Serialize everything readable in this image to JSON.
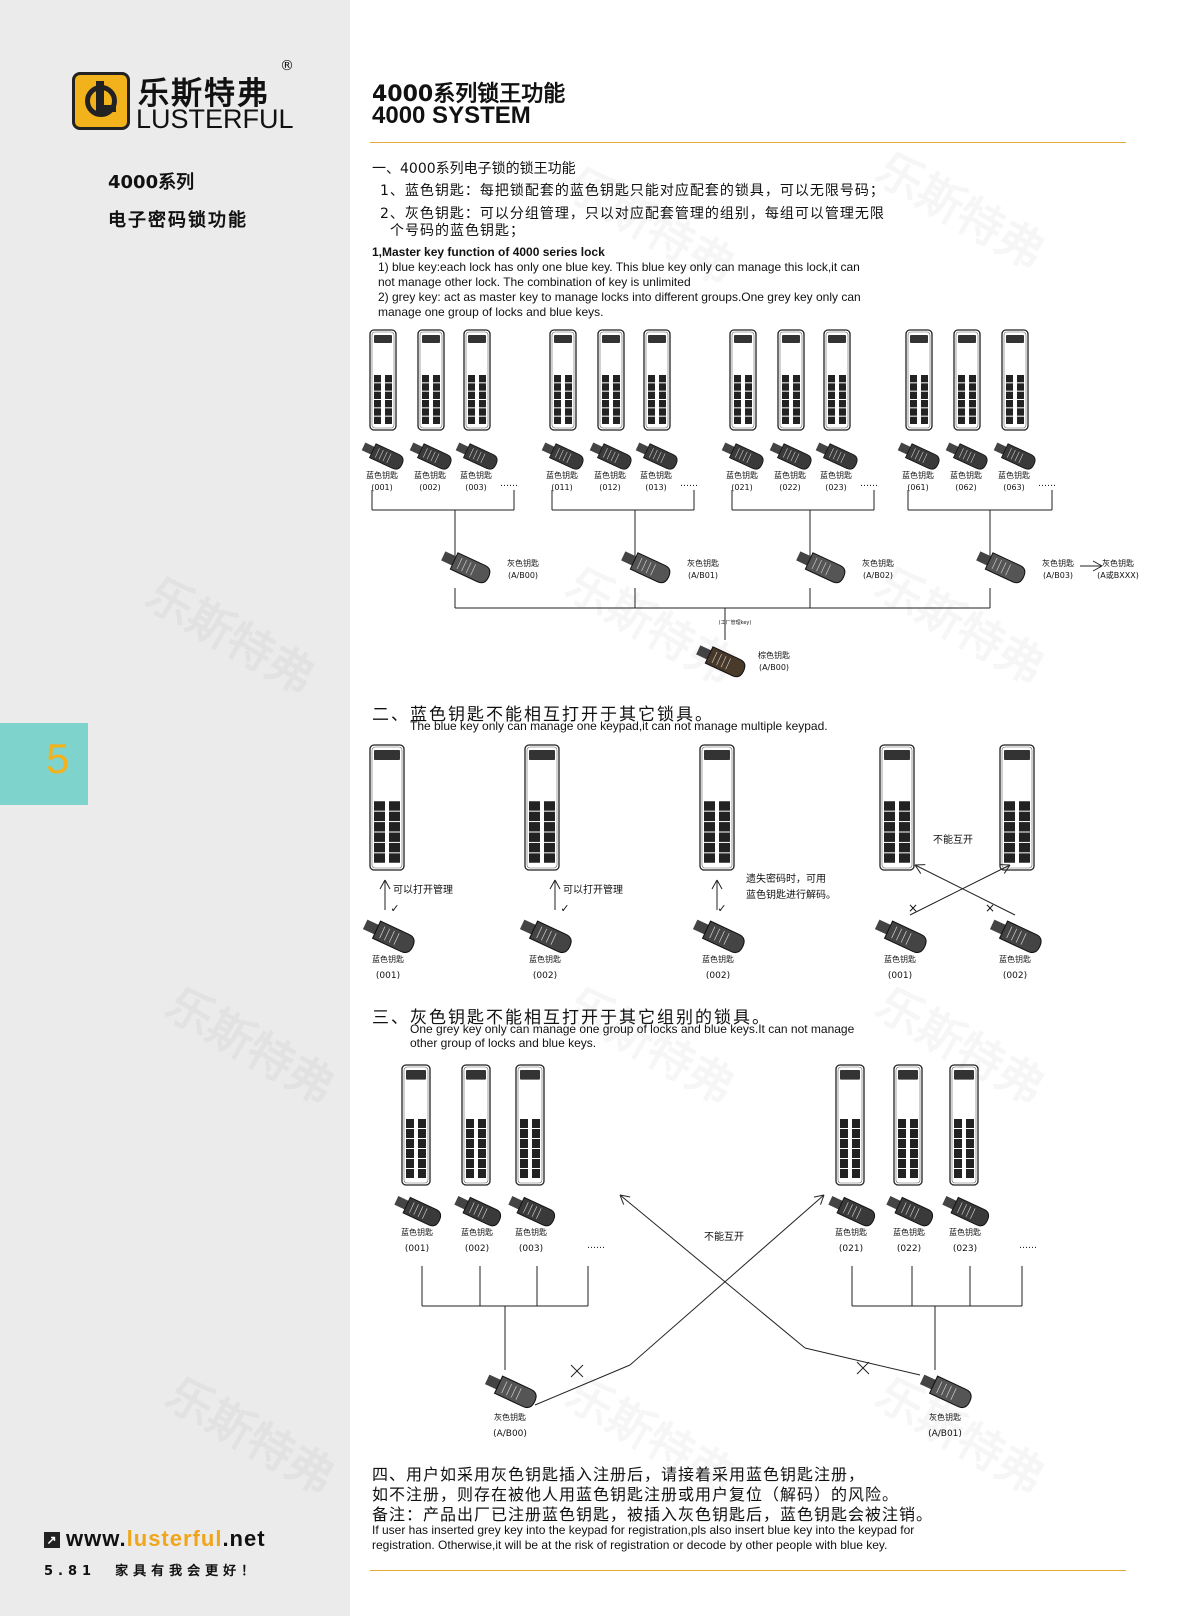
{
  "brand": {
    "name_cn": "乐斯特弗",
    "name_en": "LUSTERFUL",
    "registered_mark": "®",
    "website_prefix": "www.",
    "website_accent": "lusterful",
    "website_suffix": ".net",
    "accent_color": "#f2b21b"
  },
  "sidebar": {
    "series": "4000系列",
    "function": "电子密码锁功能",
    "chapter_number": "5",
    "chapter_color": "#7fd3cd",
    "page_number": "5.81",
    "slogan": "家具有我会更好！"
  },
  "header": {
    "title_cn": "4000系列锁王功能",
    "title_en": "4000 SYSTEM"
  },
  "section1": {
    "heading_cn": "一、4000系列电子锁的锁王功能",
    "line1_cn": "1、蓝色钥匙：每把锁配套的蓝色钥匙只能对应配套的锁具，可以无限号码；",
    "line2_cn_a": "2、灰色钥匙：可以分组管理，只以对应配套管理的组别，每组可以管理无限",
    "line2_cn_b": "个号码的蓝色钥匙；",
    "heading_en": "1,Master key function of 4000 series lock",
    "en_1a": " 1)  blue key:each lock has only one blue key. This blue key only can manage this lock,it can",
    "en_1b": "not manage other lock. The combination of key is unlimited",
    "en_2a": " 2) grey key: act as master key to manage locks into different groups.One grey key only can",
    "en_2b": "  manage one group of locks and blue keys.",
    "blue_key_label": "蓝色钥匙",
    "blue_key_codes": [
      "(001)",
      "(002)",
      "(003)",
      "(011)",
      "(012)",
      "(013)",
      "(021)",
      "(022)",
      "(023)",
      "(061)",
      "(062)",
      "(063)"
    ],
    "grey_key_label": "灰色钥匙",
    "grey_key_codes": [
      "(A/B00)",
      "(A/B01)",
      "(A/B02)",
      "(A/B03)"
    ],
    "extra_grey_code": "(A或BXXX)",
    "factory_note": "(工厂管理key)",
    "brown_key_label": "棕色钥匙",
    "brown_key_code": "(A/B00)",
    "ellipsis": "……"
  },
  "section2": {
    "heading_cn": "二、蓝色钥匙不能相互打开于其它锁具。",
    "sub_en": "The blue key only can manage one keypad,it can not manage multiple  keypad.",
    "can_open": "可以打开管理",
    "lost_code_a": "遗失密码时，可用",
    "lost_code_b": "蓝色钥匙进行解码。",
    "cannot_interopen": "不能互开",
    "check_mark": "✓",
    "cross_mark": "×",
    "key_label": "蓝色钥匙",
    "key_codes": [
      "(001)",
      "(002)",
      "(002)",
      "(001)",
      "(002)"
    ]
  },
  "section3": {
    "heading_cn": "三、灰色钥匙不能相互打开于其它组别的锁具。",
    "sub_en_a": "One grey key only can manage one group of locks and blue keys.It can not manage",
    "sub_en_b": "other group of locks and blue keys.",
    "blue_key_label": "蓝色钥匙",
    "left_codes": [
      "(001)",
      "(002)",
      "(003)"
    ],
    "right_codes": [
      "(021)",
      "(022)",
      "(023)"
    ],
    "cannot_interopen": "不能互开",
    "grey_key_label": "灰色钥匙",
    "grey_left_code": "(A/B00)",
    "grey_right_code": "(A/B01)",
    "cross_mark": "×",
    "ellipsis": "……"
  },
  "section4": {
    "line1": "四、用户如采用灰色钥匙插入注册后，请接着采用蓝色钥匙注册，",
    "line2": "如不注册，则存在被他人用蓝色钥匙注册或用户复位（解码）的风险。",
    "line3": "备注：产品出厂已注册蓝色钥匙，被插入灰色钥匙后，蓝色钥匙会被注销。",
    "en_a": "If user has inserted grey key into the keypad for registration,pls also insert blue key into the keypad for",
    "en_b": "registration. Otherwise,it will be at the risk of registration or decode by other people with blue key."
  }
}
